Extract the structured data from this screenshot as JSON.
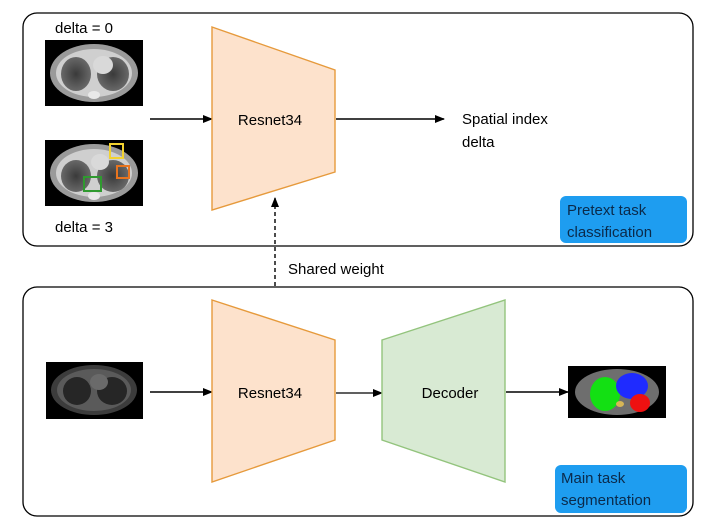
{
  "pretext_panel": {
    "label_top": "delta = 0",
    "label_bottom": "delta = 3",
    "encoder": "Resnet34",
    "output_line1": "Spatial index",
    "output_line2": "delta",
    "tag_line1": "Pretext task",
    "tag_line2": "classification"
  },
  "connector": {
    "label": "Shared weight"
  },
  "main_panel": {
    "encoder": "Resnet34",
    "decoder": "Decoder",
    "tag_line1": "Main task",
    "tag_line2": "segmentation"
  },
  "colors": {
    "encoder_fill": "#fde2cc",
    "encoder_stroke": "#e69a3c",
    "decoder_fill": "#d8ead3",
    "decoder_stroke": "#93c47d",
    "tag_fill": "#1e9df0",
    "seg_green": "#13e013",
    "seg_blue": "#1f2bff",
    "seg_red": "#ee1111",
    "box_yellow": "#f2d230",
    "box_orange": "#e8741e",
    "box_green": "#2f9a2f"
  }
}
